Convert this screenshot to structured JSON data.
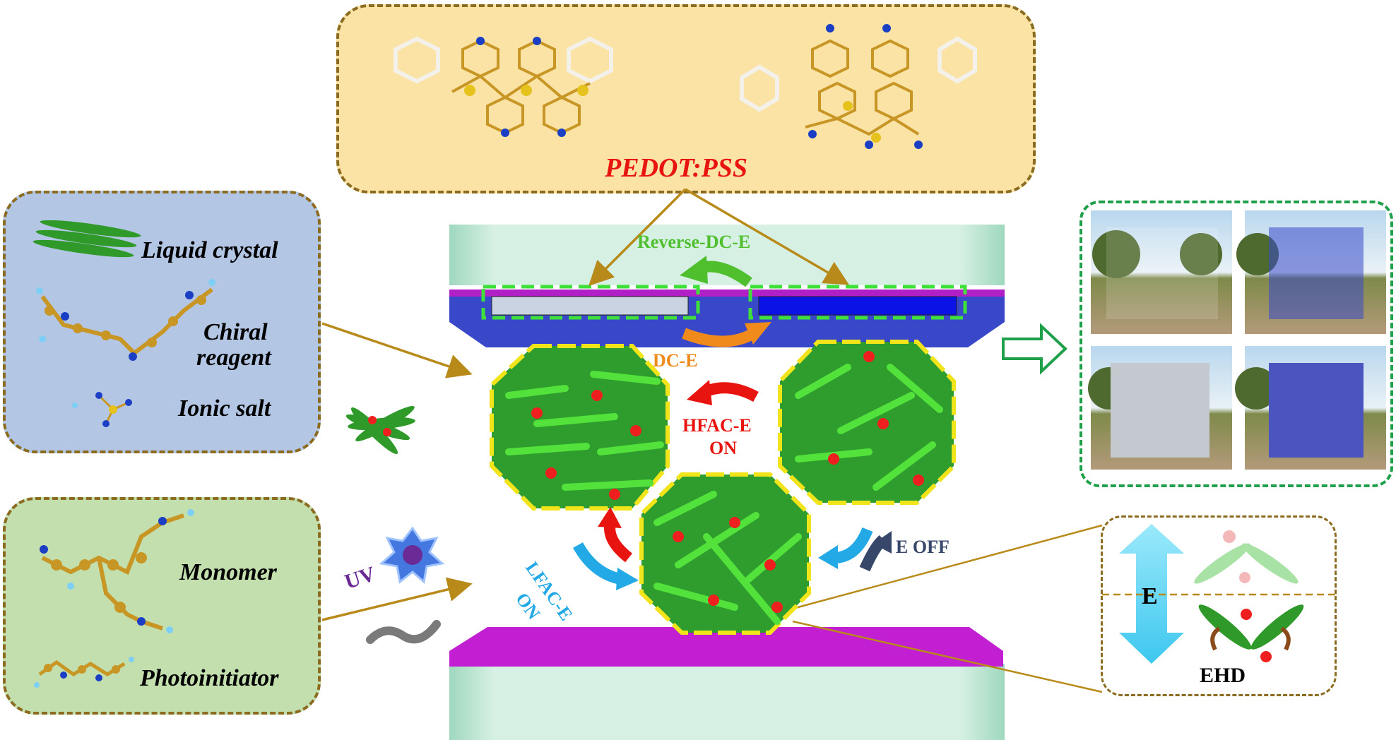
{
  "top_box": {
    "title": "PEDOT:PSS"
  },
  "materials_box": {
    "items": [
      {
        "label": "Liquid crystal"
      },
      {
        "label": "Chiral",
        "label2": "reagent"
      },
      {
        "label": "Ionic salt"
      }
    ]
  },
  "monomer_box": {
    "items": [
      {
        "label": "Monomer"
      },
      {
        "label": "Photoinitiator"
      }
    ]
  },
  "uv_label": "UV",
  "device": {
    "reverse_dc": "Reverse-DC-E",
    "dc": "DC-E",
    "hfac_line1": "HFAC-E",
    "hfac_line2": "ON",
    "lfac_line1": "LFAC-E",
    "lfac_line2": "ON",
    "e_off": "E OFF"
  },
  "ehd_box": {
    "field_label": "E",
    "caption": "EHD"
  },
  "colors": {
    "pedot_box_fill": "#fbe3a6",
    "materials_box_fill": "#b3c6e4",
    "monomer_box_fill": "#c3dfae",
    "title_red": "#e8140f",
    "reverse_green": "#4fbf2e",
    "dc_orange": "#f08a1a",
    "lfac_cyan": "#22a9e6",
    "eoff_navy": "#37476a",
    "uv_purple": "#6b2b96",
    "electrode_blue": "#3848c8",
    "bottom_magenta": "#c21fd2",
    "glass_green": "#bfe6d4",
    "arrow_gold": "#b88a1a"
  }
}
